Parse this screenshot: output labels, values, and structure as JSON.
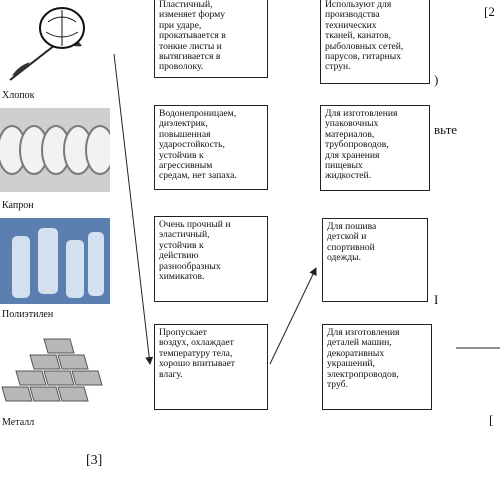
{
  "materials": [
    {
      "name": "Хлопок"
    },
    {
      "name": "Капрон"
    },
    {
      "name": "Полиэтилен"
    },
    {
      "name": "Металл"
    }
  ],
  "properties": [
    "Пластичный,\nизменяет форму\nпри ударе,\nпрокатывается в\nтонкие листы и\nвытягивается в\nпроволоку.",
    "Водонепроницаем,\nдиэлектрик,\nповышенная\nударостойкость,\nустойчив к\nагрессивным\nсредам, нет запаха.",
    "Очень прочный и\nэластичный,\nустойчив к\nдействию\nразнообразных\nхимикатов.",
    "Пропускает\nвоздух, охлаждает\nтемпературу тела,\nхорошо впитывает\nвлагу."
  ],
  "uses": [
    "Используют для\nпроизводства\nтехнических\nтканей, канатов,\nрыболовных сетей,\nпарусов, гитарных\nструн.",
    "Для изготовления\nупаковочных\nматериалов,\nтрубопроводов,\nдля хранения\nпищевых\nжидкостей.",
    "Для пошива\nдетской и\nспортивной\nодежды.",
    "Для изготовления\nдеталей машин,\nдекоративных\nукрашений,\nэлектропроводов,\nтруб."
  ],
  "marks": {
    "score": "[3]",
    "r1": "[2",
    "r2": "вьте",
    "r3": ")",
    "r4": "[",
    "r5": "I"
  }
}
